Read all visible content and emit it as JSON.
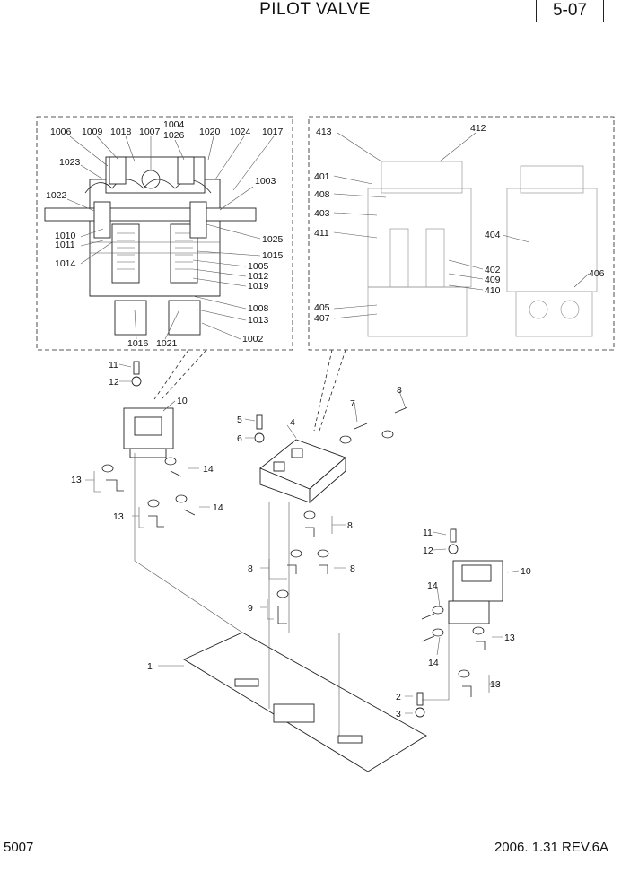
{
  "header": {
    "title": "PILOT VALVE",
    "page_ref": "5-07"
  },
  "footer": {
    "code": "5007",
    "date_rev": "2006. 1.31  REV.6A"
  },
  "callouts_left": {
    "c1006": "1006",
    "c1009": "1009",
    "c1018": "1018",
    "c1007": "1007",
    "c1004": "1004",
    "c1026": "1026",
    "c1020": "1020",
    "c1024": "1024",
    "c1017": "1017",
    "c1023": "1023",
    "c1003": "1003",
    "c1022": "1022",
    "c1010": "1010",
    "c1011": "1011",
    "c1025": "1025",
    "c1014": "1014",
    "c1015": "1015",
    "c1005": "1005",
    "c1012": "1012",
    "c1019": "1019",
    "c1008": "1008",
    "c1013": "1013",
    "c1002": "1002",
    "c1016": "1016",
    "c1021": "1021"
  },
  "callouts_right": {
    "c413": "413",
    "c412": "412",
    "c401": "401",
    "c408": "408",
    "c403": "403",
    "c411": "411",
    "c404": "404",
    "c402": "402",
    "c409": "409",
    "c410": "410",
    "c406": "406",
    "c405": "405",
    "c407": "407"
  },
  "callouts_main": {
    "n11a": "11",
    "n12a": "12",
    "n10a": "10",
    "n13a": "13",
    "n14a": "14",
    "n13b": "13",
    "n14b": "14",
    "n5": "5",
    "n6": "6",
    "n4": "4",
    "n7": "7",
    "n8a": "8",
    "n8b": "8",
    "n8c": "8",
    "n8d": "8",
    "n9": "9",
    "n1": "1",
    "n2": "2",
    "n3": "3",
    "n11b": "11",
    "n12b": "12",
    "n10b": "10",
    "n14c": "14",
    "n14d": "14",
    "n13c": "13",
    "n13d": "13"
  }
}
